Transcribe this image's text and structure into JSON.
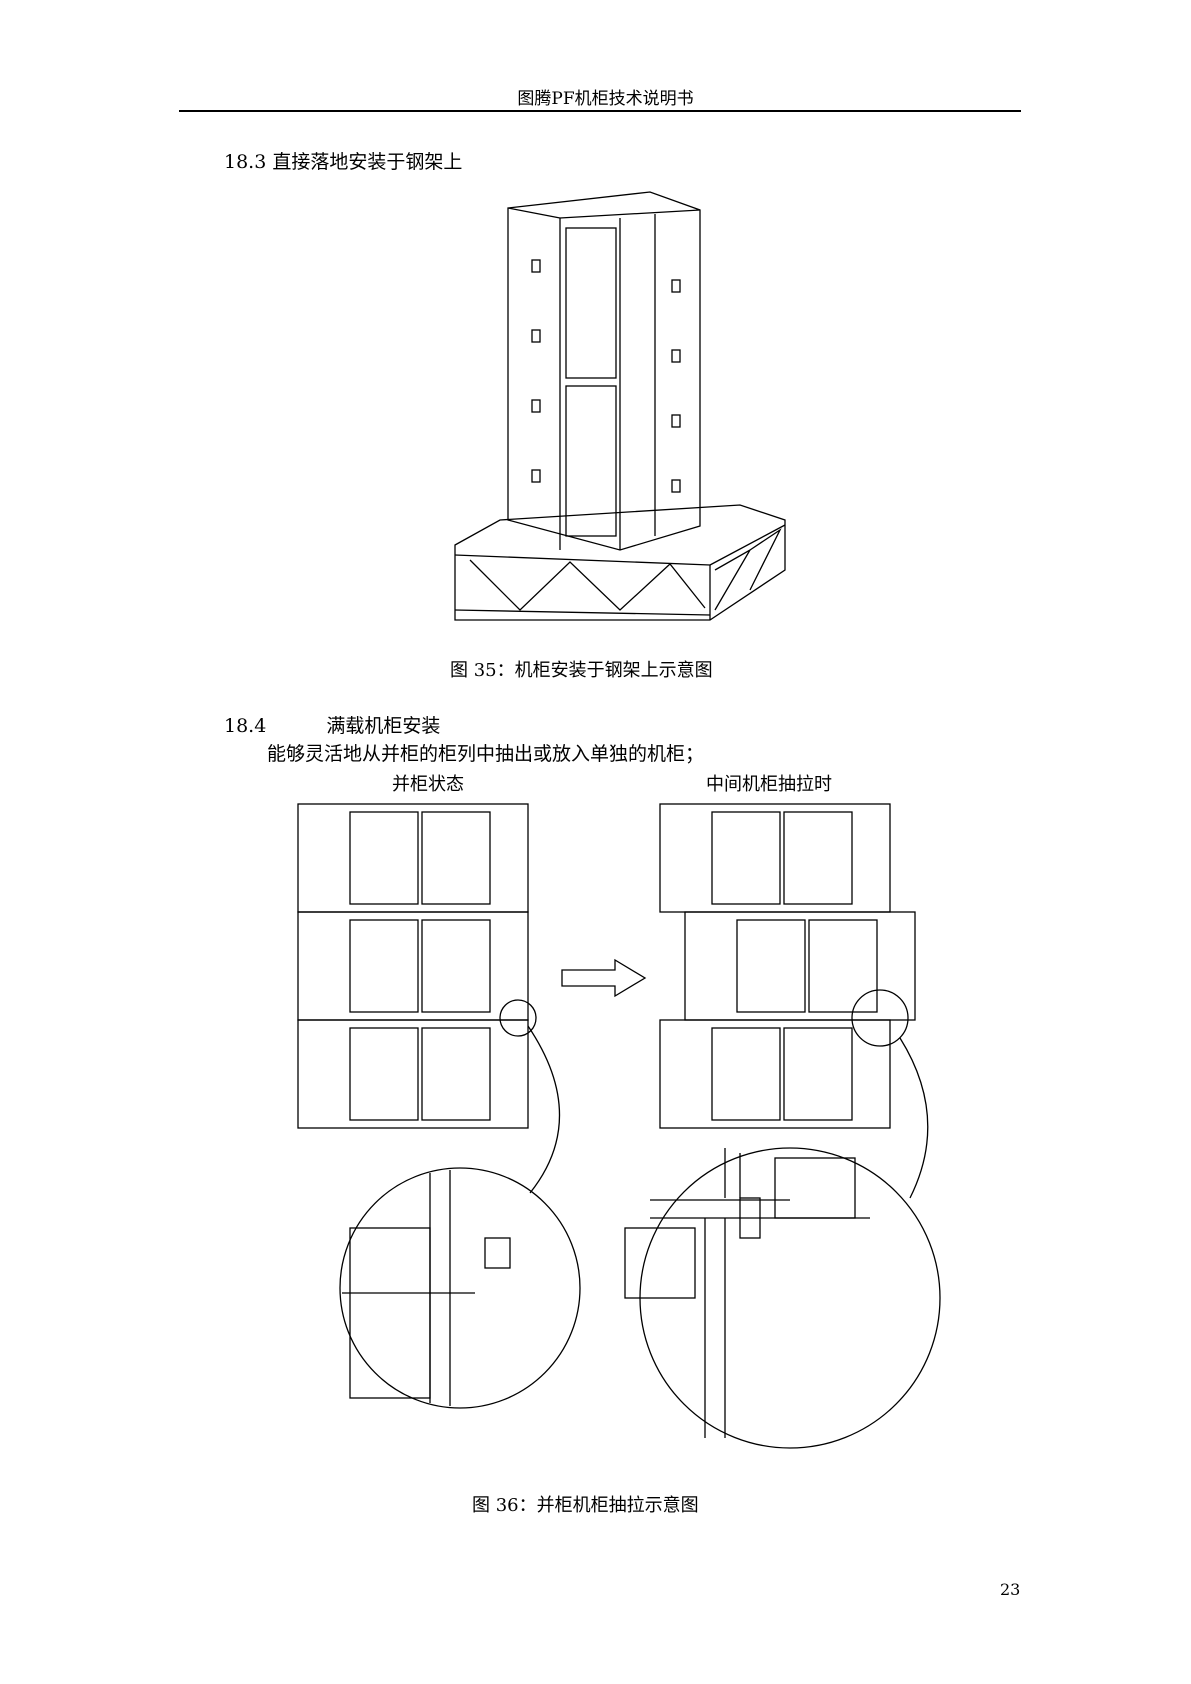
{
  "header": {
    "title": "图腾PF机柜技术说明书"
  },
  "section_18_3": {
    "number": "18.3",
    "title": "直接落地安装于钢架上"
  },
  "figure_35": {
    "caption": "图 35：机柜安装于钢架上示意图"
  },
  "section_18_4": {
    "number": "18.4",
    "title": "满载机柜安装",
    "body": "能够灵活地从并柜的柜列中抽出或放入单独的机柜；"
  },
  "figure_36": {
    "label_left": "并柜状态",
    "label_right": "中间机柜抽拉时",
    "caption": "图 36：并柜机柜抽拉示意图"
  },
  "footer": {
    "page_number": "23"
  }
}
